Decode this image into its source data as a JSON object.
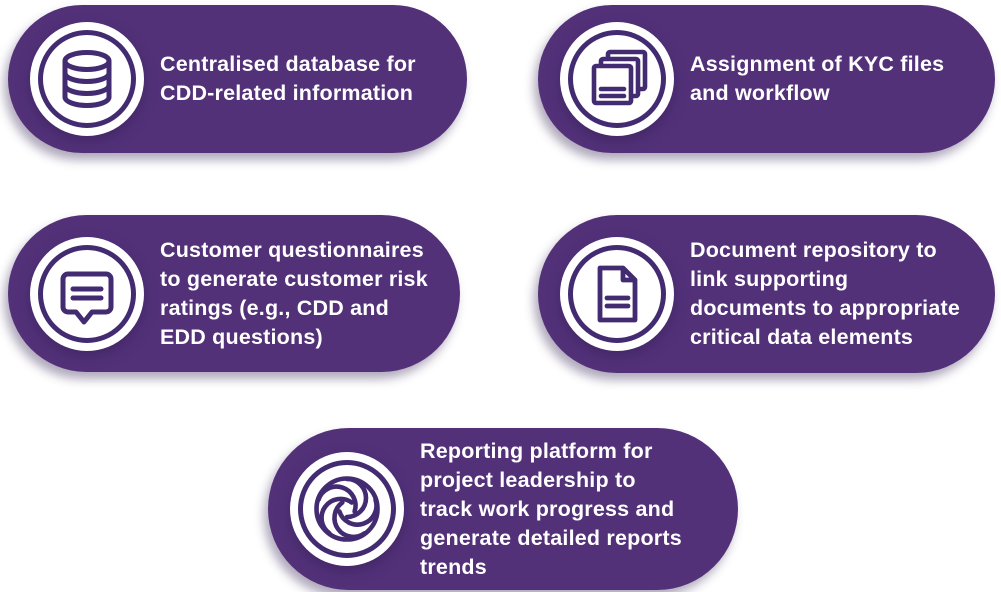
{
  "theme": {
    "pill_color": "#523179",
    "icon_stroke": "#422b70",
    "text_color": "#ffffff",
    "page_bg": "#ffffff"
  },
  "cards": [
    {
      "id": "centralised-database",
      "icon": "database-icon",
      "text": "Centralised database for\nCDD-related information"
    },
    {
      "id": "kyc-assignment",
      "icon": "stacked-files-icon",
      "text": "Assignment of KYC files\nand workflow"
    },
    {
      "id": "customer-questionnaires",
      "icon": "speech-bubble-icon",
      "text": "Customer questionnaires\nto generate customer risk\nratings (e.g., CDD and\nEDD questions)"
    },
    {
      "id": "document-repository",
      "icon": "document-icon",
      "text": "Document repository to\nlink supporting\ndocuments to appropriate\ncritical data elements"
    },
    {
      "id": "reporting-platform",
      "icon": "report-swirl-icon",
      "text": "Reporting platform for\nproject leadership to\ntrack work progress and\ngenerate detailed reports\ntrends"
    }
  ]
}
